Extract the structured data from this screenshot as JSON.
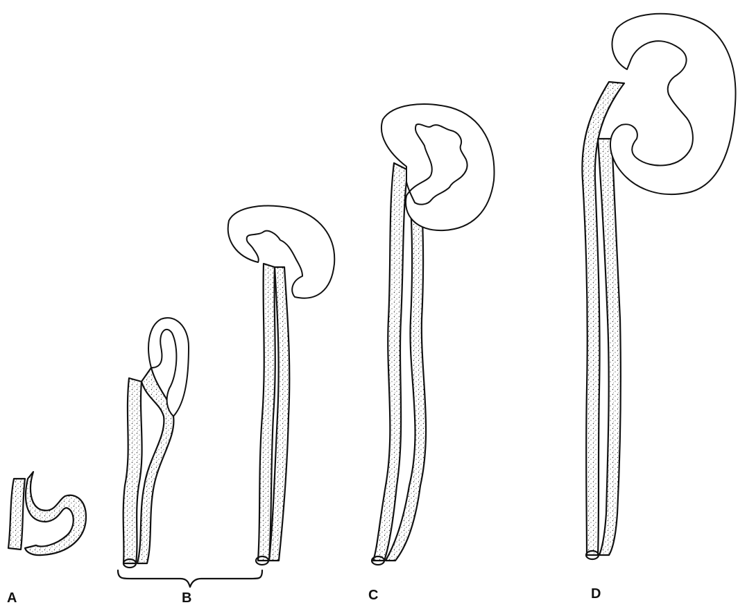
{
  "stages": [
    {
      "id": "A",
      "label": "A"
    },
    {
      "id": "B",
      "label": "B"
    },
    {
      "id": "C",
      "label": "C"
    },
    {
      "id": "D",
      "label": "D"
    }
  ]
}
